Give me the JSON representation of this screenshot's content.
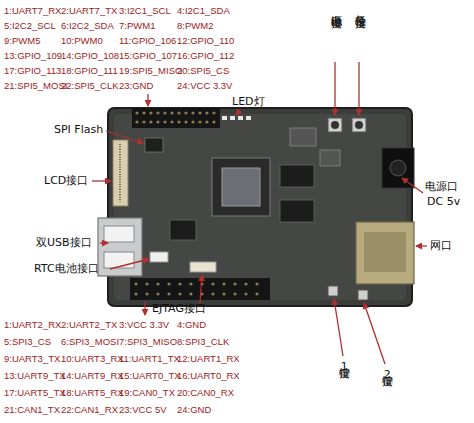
{
  "diagram": {
    "labels": [
      "1:UART7_RX",
      "2:UART7_TX",
      "3:I2C1_SCL",
      "4:I2C1_SDA",
      "5:I2C2_SCL",
      "6:I2C2_SDA",
      "7:PWM1",
      "8:PWM2",
      "9:PWM5",
      "10:PWM0",
      "11:GPIO_106",
      "12:GPIO_110",
      "13:GPIO_109",
      "14:GPIO_108",
      "15:GPIO_107",
      "16:GPIO_112",
      "17:GPIO_113",
      "18:GPIO_111",
      "19:SPI5_MISO",
      "20:SPI5_CS",
      "21:SPI5_MOSI",
      "22:SPI5_CLK",
      "23:GND",
      "24:VCC 3.3V",
      "电源按键",
      "复位按键",
      "LED灯",
      "SPI Flash",
      "LCD接口",
      "电源口",
      "DC 5v",
      "双USB接口",
      "网口",
      "RTC电池接口",
      "EJTAG接口",
      "1:UART2_RX",
      "2:UART2_TX",
      "3:VCC 3.3V",
      "4:GND",
      "5:SPI3_CS",
      "6:SPI3_MOSI",
      "7:SPI3_MISO",
      "8:SPI3_CLK",
      "9:UART3_TX",
      "10:UART3_RX",
      "11:UART1_TX",
      "12:UART1_RX",
      "13:UART9_TX",
      "14:UART9_RX",
      "15:UART0_TX",
      "16:UART0_RX",
      "17:UART5_TX",
      "18:UART5_RX",
      "19:CAN0_TX",
      "20:CAN0_RX",
      "21:CAN1_TX",
      "22:CAN1_RX",
      "23:VCC 5V",
      "24:GND",
      "按键1",
      "按键2"
    ]
  }
}
